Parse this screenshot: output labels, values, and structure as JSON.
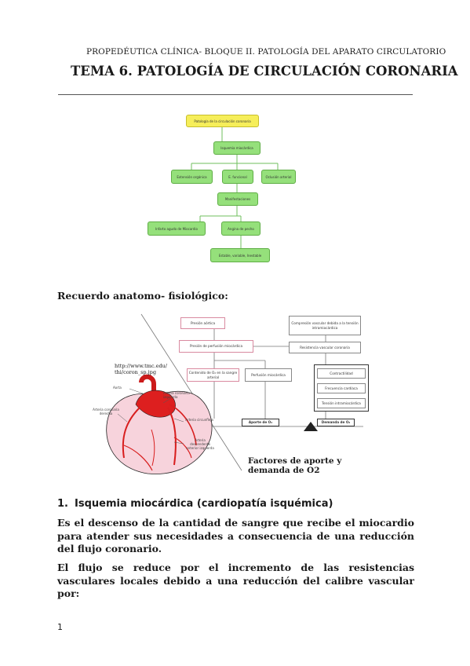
{
  "header": {
    "running_header": "PROPEDÉUTICA CLÍNICA- BLOQUE II. PATOLOGÍA DEL APARATO CIRCULATORIO",
    "title": "TEMA 6. PATOLOGÍA DE CIRCULACIÓN CORONARIA"
  },
  "concept_map": {
    "root": "Patología de la circulación coronaria",
    "ischemia": "Isquemia miocárdica",
    "children": [
      "Extensión orgánica",
      "E. funcional",
      "Oclusión arterial"
    ],
    "manifestations": "Manifestaciones",
    "outcomes": [
      "Infarto agudo de Miocardio",
      "Angina de pecho"
    ],
    "final": "Estable, variable, Inestable"
  },
  "section": {
    "heading": "Recuerdo anatomo- fisiológico:"
  },
  "figure": {
    "url_lines": [
      "http://www.tmc.edu/",
      "thi/coron_sp.jpg"
    ],
    "heart_labels": {
      "aorta": "Aorta",
      "left": "Arteria coronaria izquierda",
      "right": "Arteria coronaria derecha",
      "circumflex": "Arteria circunfleja",
      "lad": "Arteria descendente anterior izquierda"
    },
    "left_boxes": [
      "Presión aórtica",
      "Presión de perfusión miocárdica",
      "Contenido de O₂ en la sangre arterial",
      "Perfusión miocárdica"
    ],
    "right_boxes": [
      "Compresión vascular debida a la tensión intramiocárdica",
      "Resistencia vascular coronaria",
      "Contractilidad",
      "Frecuencia cardíaca",
      "Tensión intramiocárdica"
    ],
    "supply_label": "Aporte de O₂",
    "demand_label": "Demanda de O₂",
    "caption": "Factores de aporte y demanda de O2"
  },
  "section1": {
    "number": "1.",
    "heading": "Isquemia miocárdica (cardiopatía isquémica)",
    "paragraph1": "Es el descenso de la cantidad de sangre que recibe el miocardio para atender sus necesidades a consecuencia de una reducción del flujo coronario.",
    "paragraph2": "El flujo se reduce por el incremento de las resistencias vasculares locales debido a una reducción del calibre vascular por:"
  },
  "footer": {
    "page_number": "1"
  }
}
